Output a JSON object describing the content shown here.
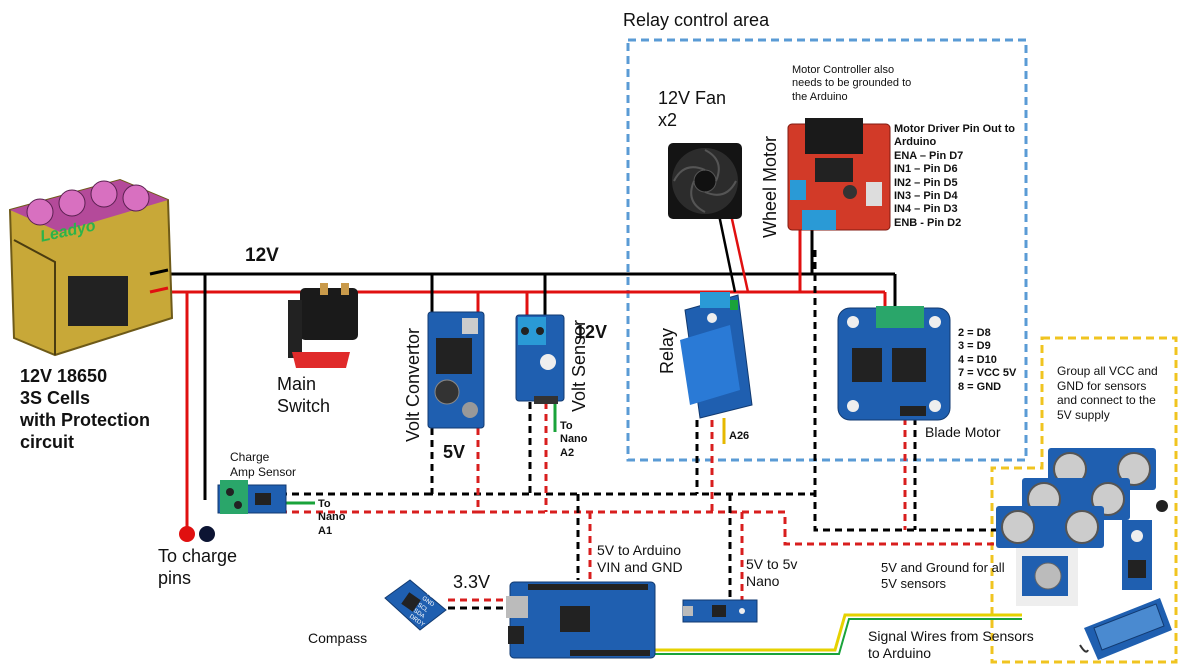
{
  "title": "Relay control area",
  "battery": {
    "label": "12V 18650\n3S Cells\nwith Protection\ncircuit",
    "brand": "Leadyo"
  },
  "rail_12v": "12V",
  "main_switch": "Main\nSwitch",
  "volt_converter": "Volt Convertor",
  "volt_sensor": "Volt Sensor",
  "volt_sensor_12v": "12V",
  "converter_out": "5V",
  "volt_sensor_to": "To\nNano\nA2",
  "charge_amp_sensor": "Charge\nAmp Sensor",
  "charge_sensor_to": "To\nNano\nA1",
  "charge_pins": "To charge\npins",
  "fan": "12V Fan\nx2",
  "wheel_motor": "Wheel Motor",
  "motor_controller_note": "Motor Controller also\nneeds to be grounded to\nthe Arduino",
  "motor_driver_pins": "Motor Driver Pin Out to\nArduino\nENA – Pin D7\nIN1 – Pin D6\nIN2 – Pin D5\nIN3 – Pin D4\nIN4 – Pin D3\nENB - Pin D2",
  "relay": "Relay",
  "relay_pin": "A26",
  "blade_pins": "2 = D8\n3 = D9\n4 = D10\n7 = VCC 5V\n8 = GND",
  "blade_motor": "Blade Motor",
  "sensor_group_note": "Group all VCC and\nGND for sensors\nand connect to the\n5V supply",
  "arduino_power": "5V to Arduino\nVIN and GND",
  "nano_power": "5V to 5v\nNano",
  "sensors_power": "5V and Ground for all\n5V sensors",
  "signal_wires": "Signal Wires from Sensors\nto Arduino",
  "compass_voltage": "3.3V",
  "compass": "Compass",
  "compass_pins": "VCC\nGND\nSCL\nSDA\nDRDY",
  "colors": {
    "wire_12v": "#e01010",
    "ground": "#000000",
    "wire_5v": "#d81e1e",
    "signal": "#e6d200",
    "signal_green": "#1aa33a",
    "relay_area": "#5a9bd5",
    "sensor_area": "#f0c420",
    "board_blue": "#1f5fb0",
    "board_red": "#d23a28"
  }
}
